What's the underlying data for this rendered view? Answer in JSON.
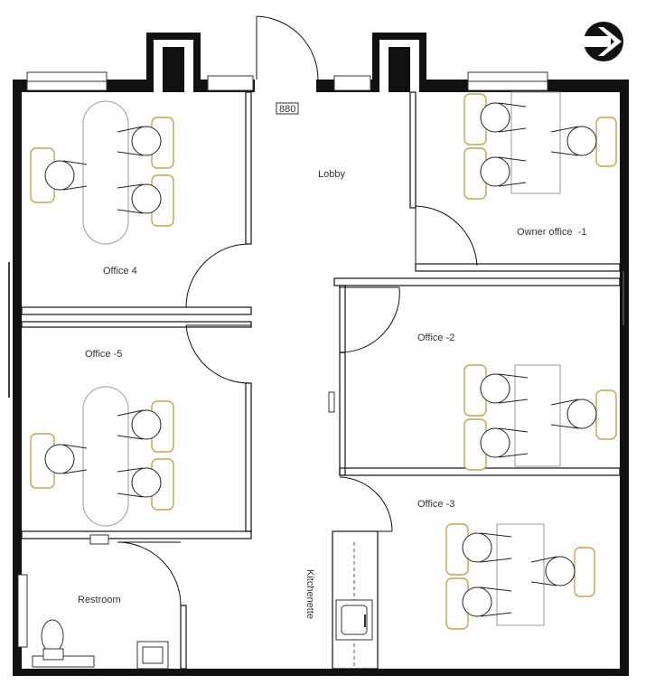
{
  "rooms": {
    "lobby": "Lobby",
    "office4": "Office 4",
    "office5": "Office -5",
    "owner": "Owner office  -1",
    "office2": "Office -2",
    "office3": "Office -3",
    "restroom": "Restroom",
    "kitchen": "Kitchenette"
  },
  "sign": "880",
  "compass": "north-arrow-icon",
  "colors": {
    "wall": "#111111",
    "chair": "#c8a24a",
    "desk": "#999999"
  }
}
